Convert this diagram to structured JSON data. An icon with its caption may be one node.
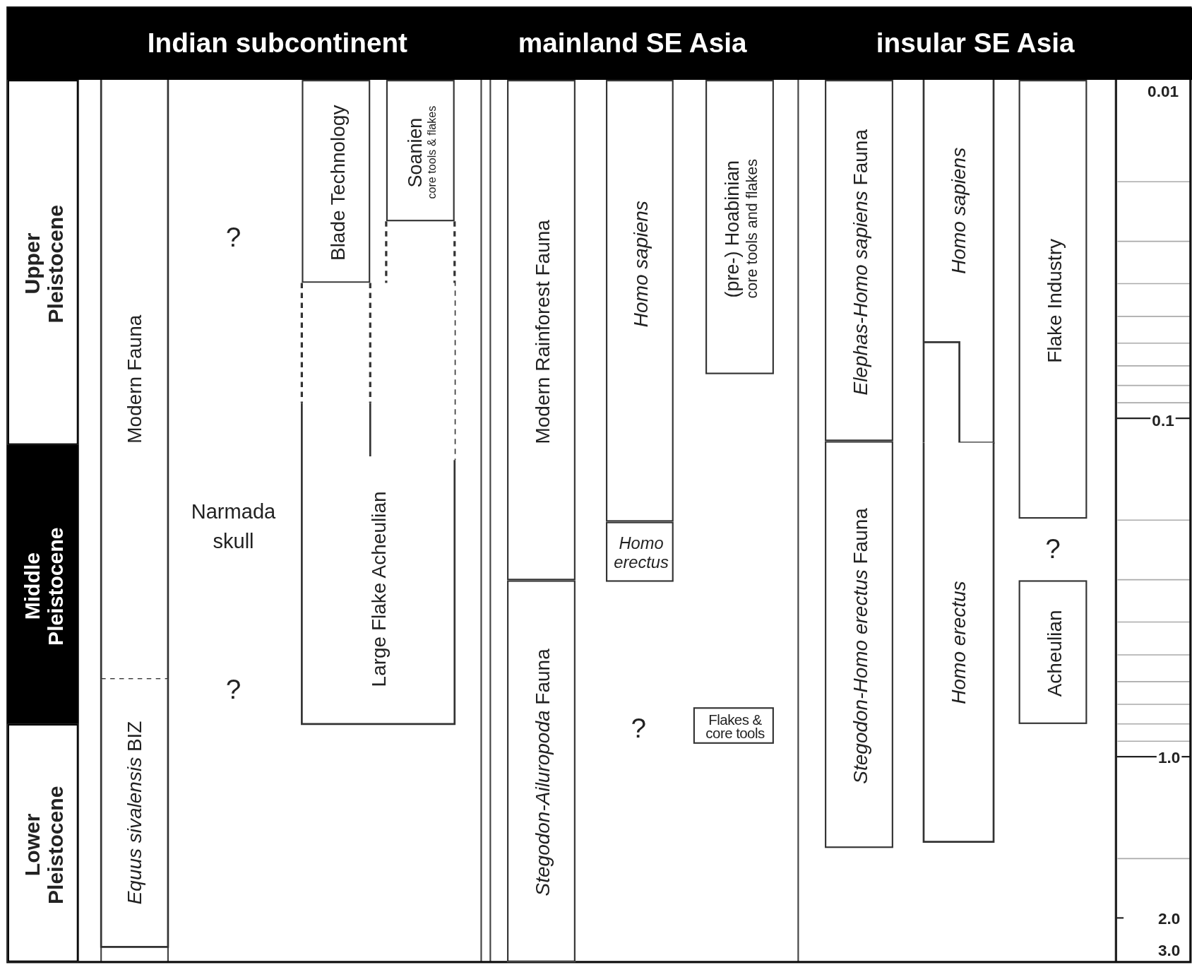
{
  "diagram": {
    "nodes": [
      {
        "text": [
          "Upper Pleistocene"
        ]
      },
      {
        "text": [
          "Middle Pleistocene"
        ]
      },
      {
        "text": [
          "Lower Pleistocene"
        ]
      },
      {
        "text": [
          "Modern Fauna"
        ]
      },
      {
        "text": [
          "*Equus sivalensis* BIZ"
        ]
      },
      {
        "text": [
          "Blade Technology"
        ]
      },
      {
        "text": [
          "Soanien",
          "core tools & flakes"
        ]
      },
      {
        "text": [
          "Large Flake Acheulian"
        ]
      },
      {
        "text": [
          "Modern Rainforest Fauna"
        ]
      },
      {
        "text": [
          "*Stegodon-Ailuropoda* Fauna"
        ]
      },
      {
        "text": [
          "Homo sapiens"
        ]
      },
      {
        "text": [
          "Homo erectus"
        ]
      },
      {
        "text": [
          "(pre-) Hoabinian",
          "core tools and flakes"
        ]
      },
      {
        "text": [
          "Flakes & core tools"
        ]
      },
      {
        "text": [
          "*Elephas-Homo sapiens* Fauna"
        ]
      },
      {
        "text": [
          "*Stegodon-Homo erectus* Fauna"
        ]
      },
      {
        "text": [
          "Homo sapiens"
        ]
      },
      {
        "text": [
          "Homo erectus"
        ]
      },
      {
        "text": [
          "Flake Industry"
        ]
      },
      {
        "text": [
          "Acheulian"
        ]
      }
    ],
    "labels": [
      "Indian subcontinent",
      "mainland SE Asia",
      "insular SE Asia",
      "0.01",
      "?",
      "0.1",
      "Narmada skull",
      "?",
      "?",
      "?",
      "1.0",
      "2.0",
      "3.0"
    ]
  }
}
